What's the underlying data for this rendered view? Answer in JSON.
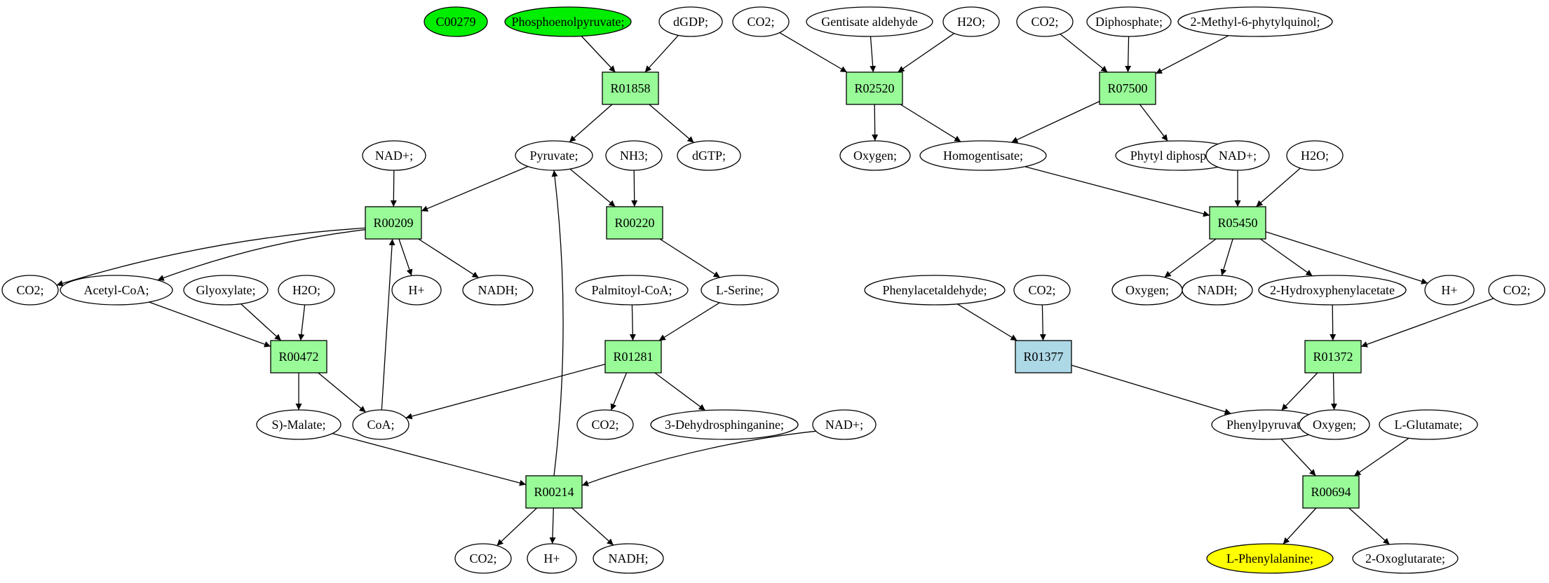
{
  "colors": {
    "reaction": "#98fb98",
    "reaction_alt": "#add8e6",
    "start_compound": "#00ee00",
    "target_compound": "#ffff00",
    "compound": "#ffffff",
    "stroke": "#000000"
  },
  "nodes": [
    {
      "id": "c00279",
      "label": "C00279",
      "kind": "compound",
      "style": "start"
    },
    {
      "id": "pep",
      "label": "Phosphoenolpyruvate;",
      "kind": "compound",
      "style": "start"
    },
    {
      "id": "dgdp",
      "label": "dGDP;",
      "kind": "compound"
    },
    {
      "id": "co2_a",
      "label": "CO2;",
      "kind": "compound"
    },
    {
      "id": "gentald",
      "label": "Gentisate aldehyde",
      "kind": "compound"
    },
    {
      "id": "h2o_a",
      "label": "H2O;",
      "kind": "compound"
    },
    {
      "id": "co2_b",
      "label": "CO2;",
      "kind": "compound"
    },
    {
      "id": "dipho",
      "label": "Diphosphate;",
      "kind": "compound"
    },
    {
      "id": "mpq",
      "label": "2-Methyl-6-phytylquinol;",
      "kind": "compound"
    },
    {
      "id": "r01858",
      "label": "R01858",
      "kind": "reaction"
    },
    {
      "id": "r02520",
      "label": "R02520",
      "kind": "reaction"
    },
    {
      "id": "r07500",
      "label": "R07500",
      "kind": "reaction"
    },
    {
      "id": "nad_a",
      "label": "NAD+;",
      "kind": "compound"
    },
    {
      "id": "pyruvate",
      "label": "Pyruvate;",
      "kind": "compound"
    },
    {
      "id": "nh3",
      "label": "NH3;",
      "kind": "compound"
    },
    {
      "id": "dgtp",
      "label": "dGTP;",
      "kind": "compound"
    },
    {
      "id": "oxy_a",
      "label": "Oxygen;",
      "kind": "compound"
    },
    {
      "id": "homogent",
      "label": "Homogentisate;",
      "kind": "compound"
    },
    {
      "id": "phytyldp",
      "label": "Phytyl diphosphate",
      "kind": "compound"
    },
    {
      "id": "nad_b",
      "label": "NAD+;",
      "kind": "compound"
    },
    {
      "id": "h2o_b",
      "label": "H2O;",
      "kind": "compound"
    },
    {
      "id": "r00209",
      "label": "R00209",
      "kind": "reaction"
    },
    {
      "id": "r00220",
      "label": "R00220",
      "kind": "reaction"
    },
    {
      "id": "r05450",
      "label": "R05450",
      "kind": "reaction"
    },
    {
      "id": "co2_c",
      "label": "CO2;",
      "kind": "compound"
    },
    {
      "id": "acoa",
      "label": "Acetyl-CoA;",
      "kind": "compound"
    },
    {
      "id": "glyox",
      "label": "Glyoxylate;",
      "kind": "compound"
    },
    {
      "id": "h2o_c",
      "label": "H2O;",
      "kind": "compound"
    },
    {
      "id": "hplus_a",
      "label": "H+",
      "kind": "compound"
    },
    {
      "id": "nadh_a",
      "label": "NADH;",
      "kind": "compound"
    },
    {
      "id": "palmcoa",
      "label": "Palmitoyl-CoA;",
      "kind": "compound"
    },
    {
      "id": "lser",
      "label": "L-Serine;",
      "kind": "compound"
    },
    {
      "id": "phald",
      "label": "Phenylacetaldehyde;",
      "kind": "compound"
    },
    {
      "id": "co2_d",
      "label": "CO2;",
      "kind": "compound"
    },
    {
      "id": "oxy_b",
      "label": "Oxygen;",
      "kind": "compound"
    },
    {
      "id": "nadh_b",
      "label": "NADH;",
      "kind": "compound"
    },
    {
      "id": "hpa",
      "label": "2-Hydroxyphenylacetate",
      "kind": "compound"
    },
    {
      "id": "hplus_b",
      "label": "H+",
      "kind": "compound"
    },
    {
      "id": "co2_e",
      "label": "CO2;",
      "kind": "compound"
    },
    {
      "id": "r00472",
      "label": "R00472",
      "kind": "reaction"
    },
    {
      "id": "r01281",
      "label": "R01281",
      "kind": "reaction"
    },
    {
      "id": "r01377",
      "label": "R01377",
      "kind": "reaction",
      "style": "alt"
    },
    {
      "id": "r01372",
      "label": "R01372",
      "kind": "reaction"
    },
    {
      "id": "smalate",
      "label": "S)-Malate;",
      "kind": "compound"
    },
    {
      "id": "coa",
      "label": "CoA;",
      "kind": "compound"
    },
    {
      "id": "co2_f",
      "label": "CO2;",
      "kind": "compound"
    },
    {
      "id": "dhs",
      "label": "3-Dehydrosphinganine;",
      "kind": "compound"
    },
    {
      "id": "nad_c",
      "label": "NAD+;",
      "kind": "compound"
    },
    {
      "id": "phpyr",
      "label": "Phenylpyruvate;",
      "kind": "compound"
    },
    {
      "id": "oxy_c",
      "label": "Oxygen;",
      "kind": "compound"
    },
    {
      "id": "lglu",
      "label": "L-Glutamate;",
      "kind": "compound"
    },
    {
      "id": "r00214",
      "label": "R00214",
      "kind": "reaction"
    },
    {
      "id": "r00694",
      "label": "R00694",
      "kind": "reaction"
    },
    {
      "id": "co2_g",
      "label": "CO2;",
      "kind": "compound"
    },
    {
      "id": "hplus_c",
      "label": "H+",
      "kind": "compound"
    },
    {
      "id": "nadh_c",
      "label": "NADH;",
      "kind": "compound"
    },
    {
      "id": "lphe",
      "label": "L-Phenylalanine;",
      "kind": "compound",
      "style": "target"
    },
    {
      "id": "oxoglu",
      "label": "2-Oxoglutarate;",
      "kind": "compound"
    }
  ],
  "edges": [
    [
      "pep",
      "r01858"
    ],
    [
      "dgdp",
      "r01858"
    ],
    [
      "r01858",
      "pyruvate"
    ],
    [
      "r01858",
      "dgtp"
    ],
    [
      "co2_a",
      "r02520"
    ],
    [
      "gentald",
      "r02520"
    ],
    [
      "h2o_a",
      "r02520"
    ],
    [
      "r02520",
      "oxy_a"
    ],
    [
      "r02520",
      "homogent"
    ],
    [
      "co2_b",
      "r07500"
    ],
    [
      "dipho",
      "r07500"
    ],
    [
      "mpq",
      "r07500"
    ],
    [
      "r07500",
      "homogent"
    ],
    [
      "r07500",
      "phytyldp"
    ],
    [
      "nad_a",
      "r00209"
    ],
    [
      "pyruvate",
      "r00209"
    ],
    [
      "r00209",
      "co2_c"
    ],
    [
      "r00209",
      "acoa"
    ],
    [
      "r00209",
      "hplus_a"
    ],
    [
      "r00209",
      "nadh_a"
    ],
    [
      "pyruvate",
      "r00220"
    ],
    [
      "nh3",
      "r00220"
    ],
    [
      "r00220",
      "lser"
    ],
    [
      "homogent",
      "r05450"
    ],
    [
      "nad_b",
      "r05450"
    ],
    [
      "h2o_b",
      "r05450"
    ],
    [
      "r05450",
      "oxy_b"
    ],
    [
      "r05450",
      "nadh_b"
    ],
    [
      "r05450",
      "hpa"
    ],
    [
      "r05450",
      "hplus_b"
    ],
    [
      "acoa",
      "r00472"
    ],
    [
      "glyox",
      "r00472"
    ],
    [
      "h2o_c",
      "r00472"
    ],
    [
      "r00472",
      "smalate"
    ],
    [
      "r00472",
      "coa"
    ],
    [
      "coa",
      "r00209"
    ],
    [
      "palmcoa",
      "r01281"
    ],
    [
      "lser",
      "r01281"
    ],
    [
      "r01281",
      "coa"
    ],
    [
      "r01281",
      "co2_f"
    ],
    [
      "r01281",
      "dhs"
    ],
    [
      "phald",
      "r01377"
    ],
    [
      "co2_d",
      "r01377"
    ],
    [
      "r01377",
      "phpyr"
    ],
    [
      "hpa",
      "r01372"
    ],
    [
      "co2_e",
      "r01372"
    ],
    [
      "r01372",
      "phpyr"
    ],
    [
      "r01372",
      "oxy_c"
    ],
    [
      "smalate",
      "r00214"
    ],
    [
      "nad_c",
      "r00214"
    ],
    [
      "r00214",
      "pyruvate"
    ],
    [
      "r00214",
      "co2_g"
    ],
    [
      "r00214",
      "hplus_c"
    ],
    [
      "r00214",
      "nadh_c"
    ],
    [
      "phpyr",
      "r00694"
    ],
    [
      "lglu",
      "r00694"
    ],
    [
      "r00694",
      "lphe"
    ],
    [
      "r00694",
      "oxoglu"
    ]
  ]
}
